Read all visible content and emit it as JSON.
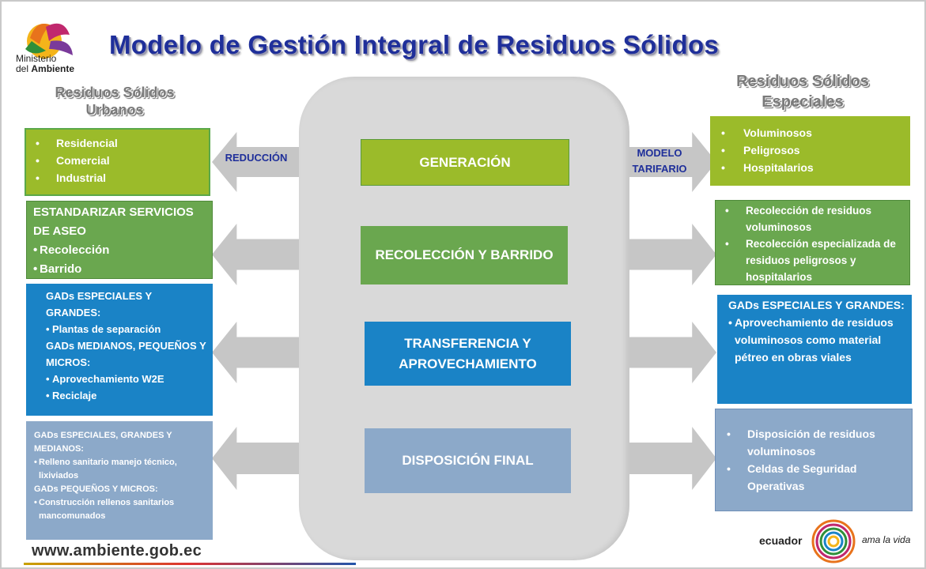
{
  "header": {
    "title": "Modelo de Gestión Integral de Residuos Sólidos",
    "ministry_line1": "Ministerio",
    "ministry_line2_prefix": "del ",
    "ministry_line2_bold": "Ambiente"
  },
  "left_section_title": "Residuos Sólidos Urbanos",
  "right_section_title": "Residuos Sólidos Especiales",
  "arrow_labels": {
    "left": "REDUCCIÓN",
    "right": "MODELO TARIFARIO"
  },
  "stages": [
    {
      "label": "GENERACIÓN"
    },
    {
      "label": "RECOLECCIÓN Y BARRIDO"
    },
    {
      "label": "TRANSFERENCIA Y APROVECHAMIENTO"
    },
    {
      "label": "DISPOSICIÓN FINAL"
    }
  ],
  "left_boxes": {
    "generation": {
      "items": [
        "Residencial",
        "Comercial",
        "Industrial"
      ]
    },
    "collection": {
      "heading": "ESTANDARIZAR SERVICIOS DE  ASEO",
      "items": [
        "Recolección",
        "Barrido"
      ]
    },
    "transfer": {
      "heading1": "GADs ESPECIALES Y GRANDES:",
      "items1": [
        "Plantas de separación"
      ],
      "heading2": "GADs MEDIANOS, PEQUEÑOS Y MICROS:",
      "items2": [
        "Aprovechamiento W2E",
        "Reciclaje"
      ]
    },
    "disposal": {
      "heading1": "GADs ESPECIALES, GRANDES  Y MEDIANOS:",
      "items1": [
        "Relleno sanitario manejo técnico, lixiviados"
      ],
      "heading2": "GADs PEQUEÑOS Y MICROS:",
      "items2": [
        "Construcción rellenos sanitarios mancomunados"
      ]
    }
  },
  "right_boxes": {
    "generation": {
      "items": [
        "Voluminosos",
        "Peligrosos",
        "Hospitalarios"
      ]
    },
    "collection": {
      "items": [
        "Recolección de residuos voluminosos",
        "Recolección especializada de residuos peligrosos y hospitalarios"
      ]
    },
    "transfer": {
      "heading": "GADs  ESPECIALES Y GRANDES:",
      "items": [
        "Aprovechamiento de residuos voluminosos como material  pétreo en obras viales"
      ]
    },
    "disposal": {
      "items": [
        "Disposición de residuos voluminosos",
        "Celdas de Seguridad Operativas"
      ]
    }
  },
  "footer": {
    "url": "www.ambiente.gob.ec",
    "brand": "ecuador",
    "tagline": "ama la vida"
  },
  "colors": {
    "title": "#1f2f9a",
    "lime": "#9bbb2a",
    "green": "#6aa74f",
    "blue": "#1a83c6",
    "steel": "#8ca9c9",
    "pillar": "#d9d9d9",
    "arrow": "#c6c6c6"
  }
}
